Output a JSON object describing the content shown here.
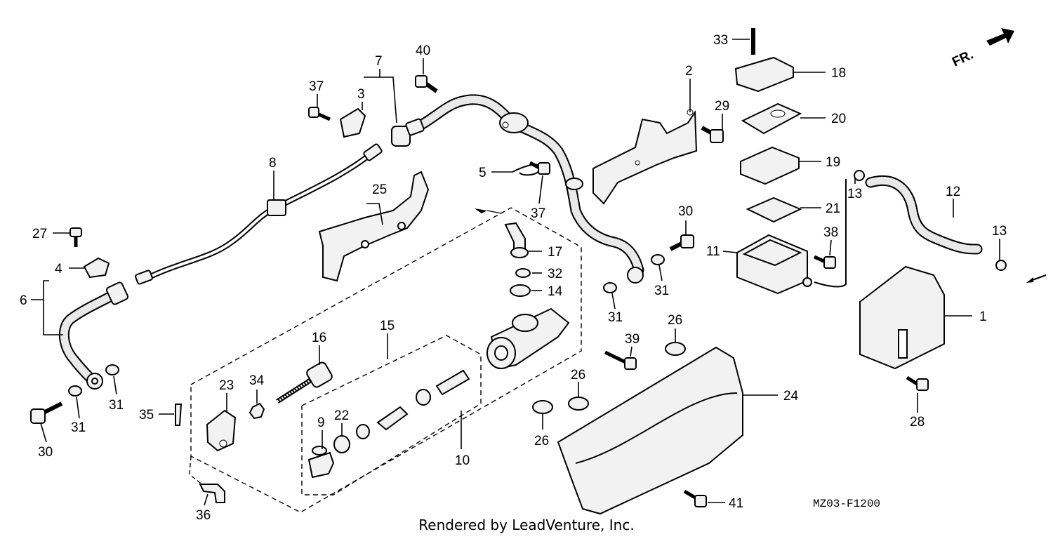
{
  "callouts": [
    {
      "id": "1",
      "label": "1"
    },
    {
      "id": "2",
      "label": "2"
    },
    {
      "id": "3",
      "label": "3"
    },
    {
      "id": "4",
      "label": "4"
    },
    {
      "id": "5",
      "label": "5"
    },
    {
      "id": "6",
      "label": "6"
    },
    {
      "id": "7",
      "label": "7"
    },
    {
      "id": "8",
      "label": "8"
    },
    {
      "id": "9",
      "label": "9"
    },
    {
      "id": "10",
      "label": "10"
    },
    {
      "id": "11",
      "label": "11"
    },
    {
      "id": "12",
      "label": "12"
    },
    {
      "id": "13a",
      "label": "13"
    },
    {
      "id": "13b",
      "label": "13"
    },
    {
      "id": "14",
      "label": "14"
    },
    {
      "id": "15",
      "label": "15"
    },
    {
      "id": "16",
      "label": "16"
    },
    {
      "id": "17",
      "label": "17"
    },
    {
      "id": "18",
      "label": "18"
    },
    {
      "id": "19",
      "label": "19"
    },
    {
      "id": "20",
      "label": "20"
    },
    {
      "id": "21",
      "label": "21"
    },
    {
      "id": "22",
      "label": "22"
    },
    {
      "id": "23",
      "label": "23"
    },
    {
      "id": "24",
      "label": "24"
    },
    {
      "id": "25",
      "label": "25"
    },
    {
      "id": "26a",
      "label": "26"
    },
    {
      "id": "26b",
      "label": "26"
    },
    {
      "id": "26c",
      "label": "26"
    },
    {
      "id": "27",
      "label": "27"
    },
    {
      "id": "28",
      "label": "28"
    },
    {
      "id": "29",
      "label": "29"
    },
    {
      "id": "30a",
      "label": "30"
    },
    {
      "id": "30b",
      "label": "30"
    },
    {
      "id": "31a",
      "label": "31"
    },
    {
      "id": "31b",
      "label": "31"
    },
    {
      "id": "31c",
      "label": "31"
    },
    {
      "id": "31d",
      "label": "31"
    },
    {
      "id": "32",
      "label": "32"
    },
    {
      "id": "33",
      "label": "33"
    },
    {
      "id": "34",
      "label": "34"
    },
    {
      "id": "35",
      "label": "35"
    },
    {
      "id": "36",
      "label": "36"
    },
    {
      "id": "37a",
      "label": "37"
    },
    {
      "id": "37b",
      "label": "37"
    },
    {
      "id": "38",
      "label": "38"
    },
    {
      "id": "39",
      "label": "39"
    },
    {
      "id": "40",
      "label": "40"
    },
    {
      "id": "41",
      "label": "41"
    }
  ],
  "direction_marker": "FR.",
  "drawing_code": "MZ03-F1200",
  "credit": "Rendered by LeadVenture, Inc."
}
